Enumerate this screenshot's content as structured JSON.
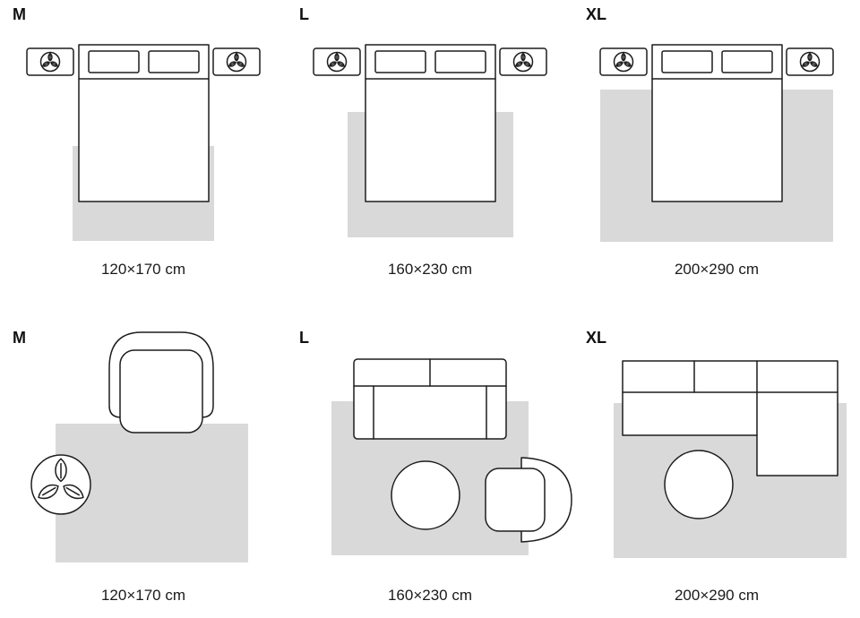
{
  "palette": {
    "line": "#1d1d1d",
    "rug": "#d9d9d9",
    "background": "#ffffff"
  },
  "sections": [
    {
      "name": "bedroom-rugs",
      "panels": [
        {
          "label": "M",
          "size": "120×170 cm"
        },
        {
          "label": "L",
          "size": "160×230 cm"
        },
        {
          "label": "XL",
          "size": "200×290 cm"
        }
      ]
    },
    {
      "name": "living-room-rugs",
      "panels": [
        {
          "label": "M",
          "size": "120×170 cm"
        },
        {
          "label": "L",
          "size": "160×230 cm"
        },
        {
          "label": "XL",
          "size": "200×290 cm"
        }
      ]
    }
  ],
  "icons": {
    "plant": "trefoil-plant-icon"
  }
}
